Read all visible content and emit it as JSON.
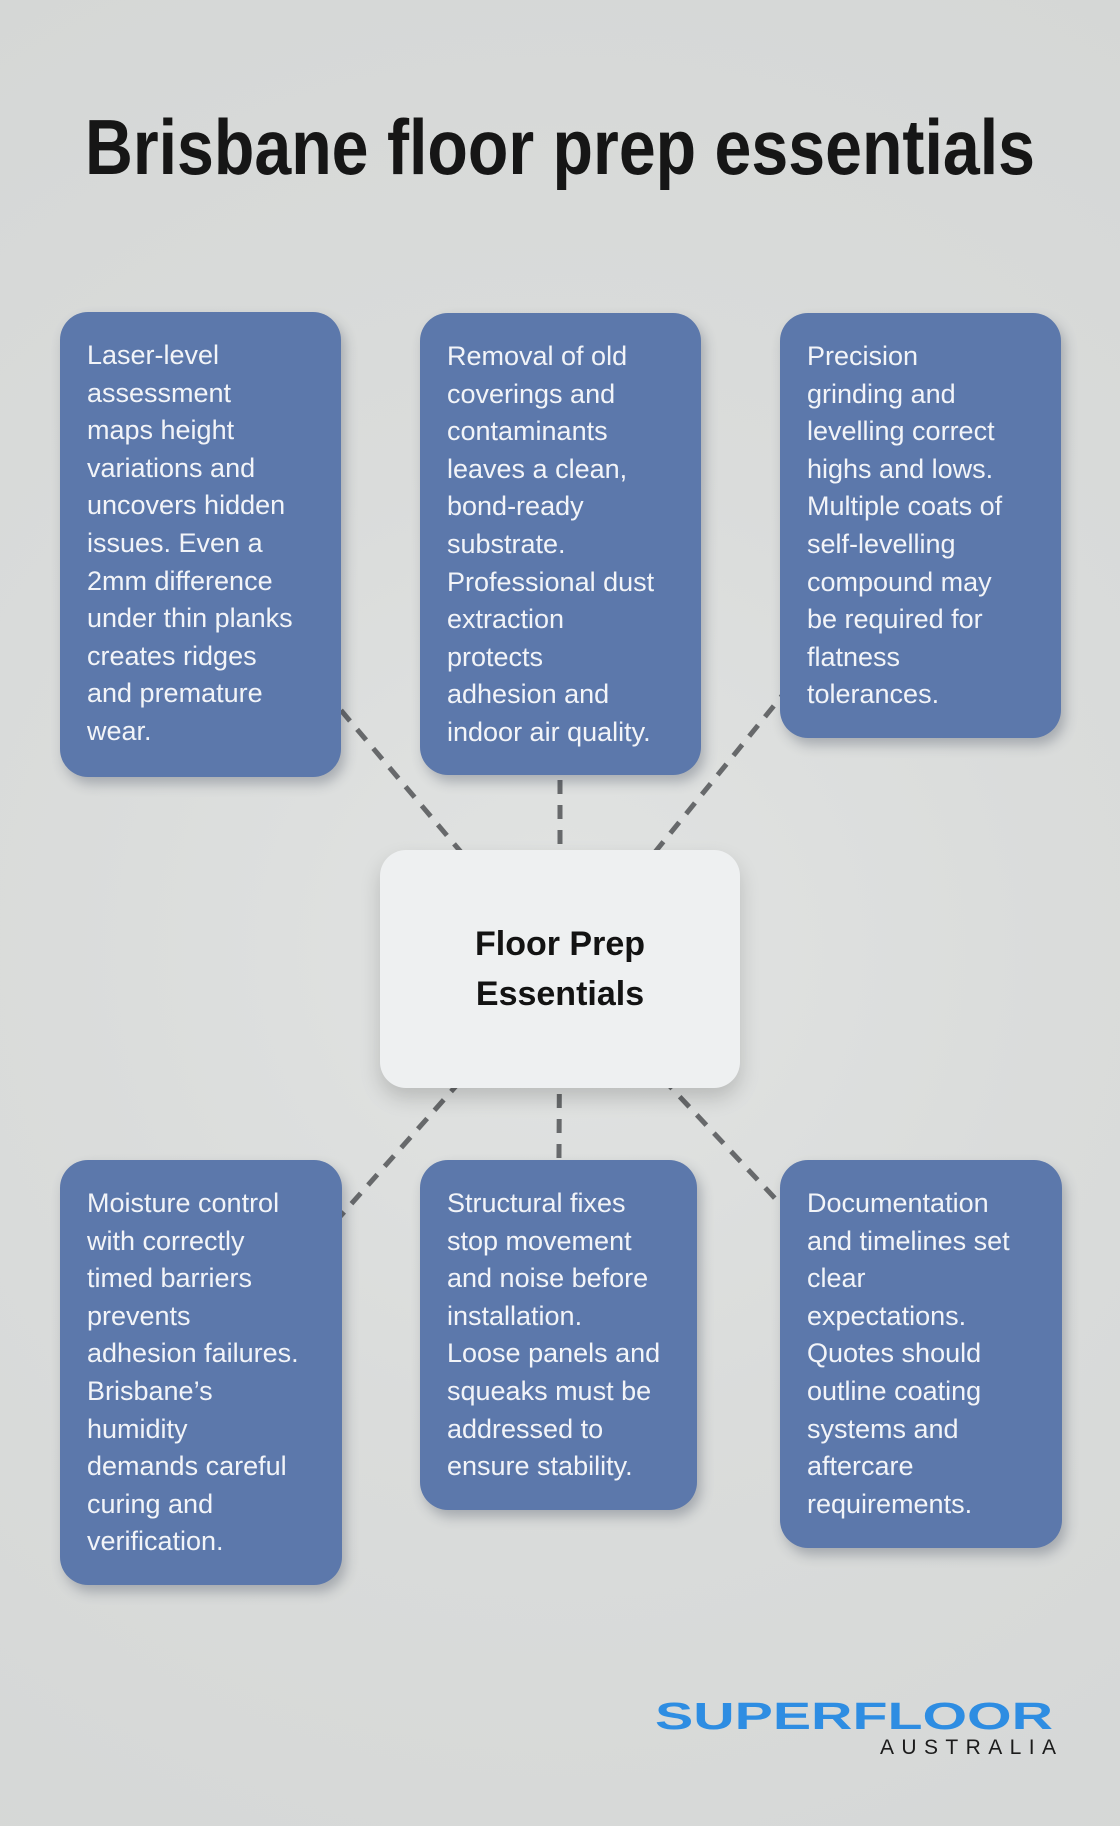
{
  "page": {
    "title": "Brisbane floor prep essentials",
    "background_color": "#dadcdb"
  },
  "center_node": {
    "label": "Floor Prep\nEssentials",
    "background_color": "#eef0f1",
    "text_color": "#131313"
  },
  "cards": [
    {
      "id": "laser-level-assessment",
      "text": "Laser-level\nassessment\nmaps height\nvariations and\nuncovers hidden\nissues. Even a\n2mm difference\nunder thin planks\ncreates ridges\nand premature\nwear."
    },
    {
      "id": "removal-old-coverings",
      "text": "Removal of old\ncoverings and\ncontaminants\nleaves a clean,\nbond-ready\nsubstrate.\nProfessional dust\nextraction\nprotects\nadhesion and\nindoor air quality."
    },
    {
      "id": "precision-grinding",
      "text": "Precision\ngrinding and\nlevelling correct\nhighs and lows.\nMultiple coats of\nself-levelling\ncompound may\nbe required for\nflatness\ntolerances."
    },
    {
      "id": "moisture-control",
      "text": "Moisture control\nwith correctly\ntimed barriers\nprevents\nadhesion failures.\nBrisbane’s\nhumidity\ndemands careful\ncuring and\nverification."
    },
    {
      "id": "structural-fixes",
      "text": "Structural fixes\nstop movement\nand noise before\ninstallation.\nLoose panels and\nsqueaks must be\naddressed to\nensure stability."
    },
    {
      "id": "documentation-timelines",
      "text": "Documentation\nand timelines set\nclear\nexpectations.\nQuotes should\noutline coating\nsystems and\naftercare\nrequirements."
    }
  ],
  "colors": {
    "card_blue": "#5c78ab",
    "card_text": "#f2f4f8",
    "connector_gray": "#67696b",
    "title_color": "#161616",
    "logo_blue": "#2e8de2",
    "logo_black": "#1b1b1b"
  },
  "logo": {
    "brand": "SUPERFLOOR",
    "region": "AUSTRALIA"
  }
}
